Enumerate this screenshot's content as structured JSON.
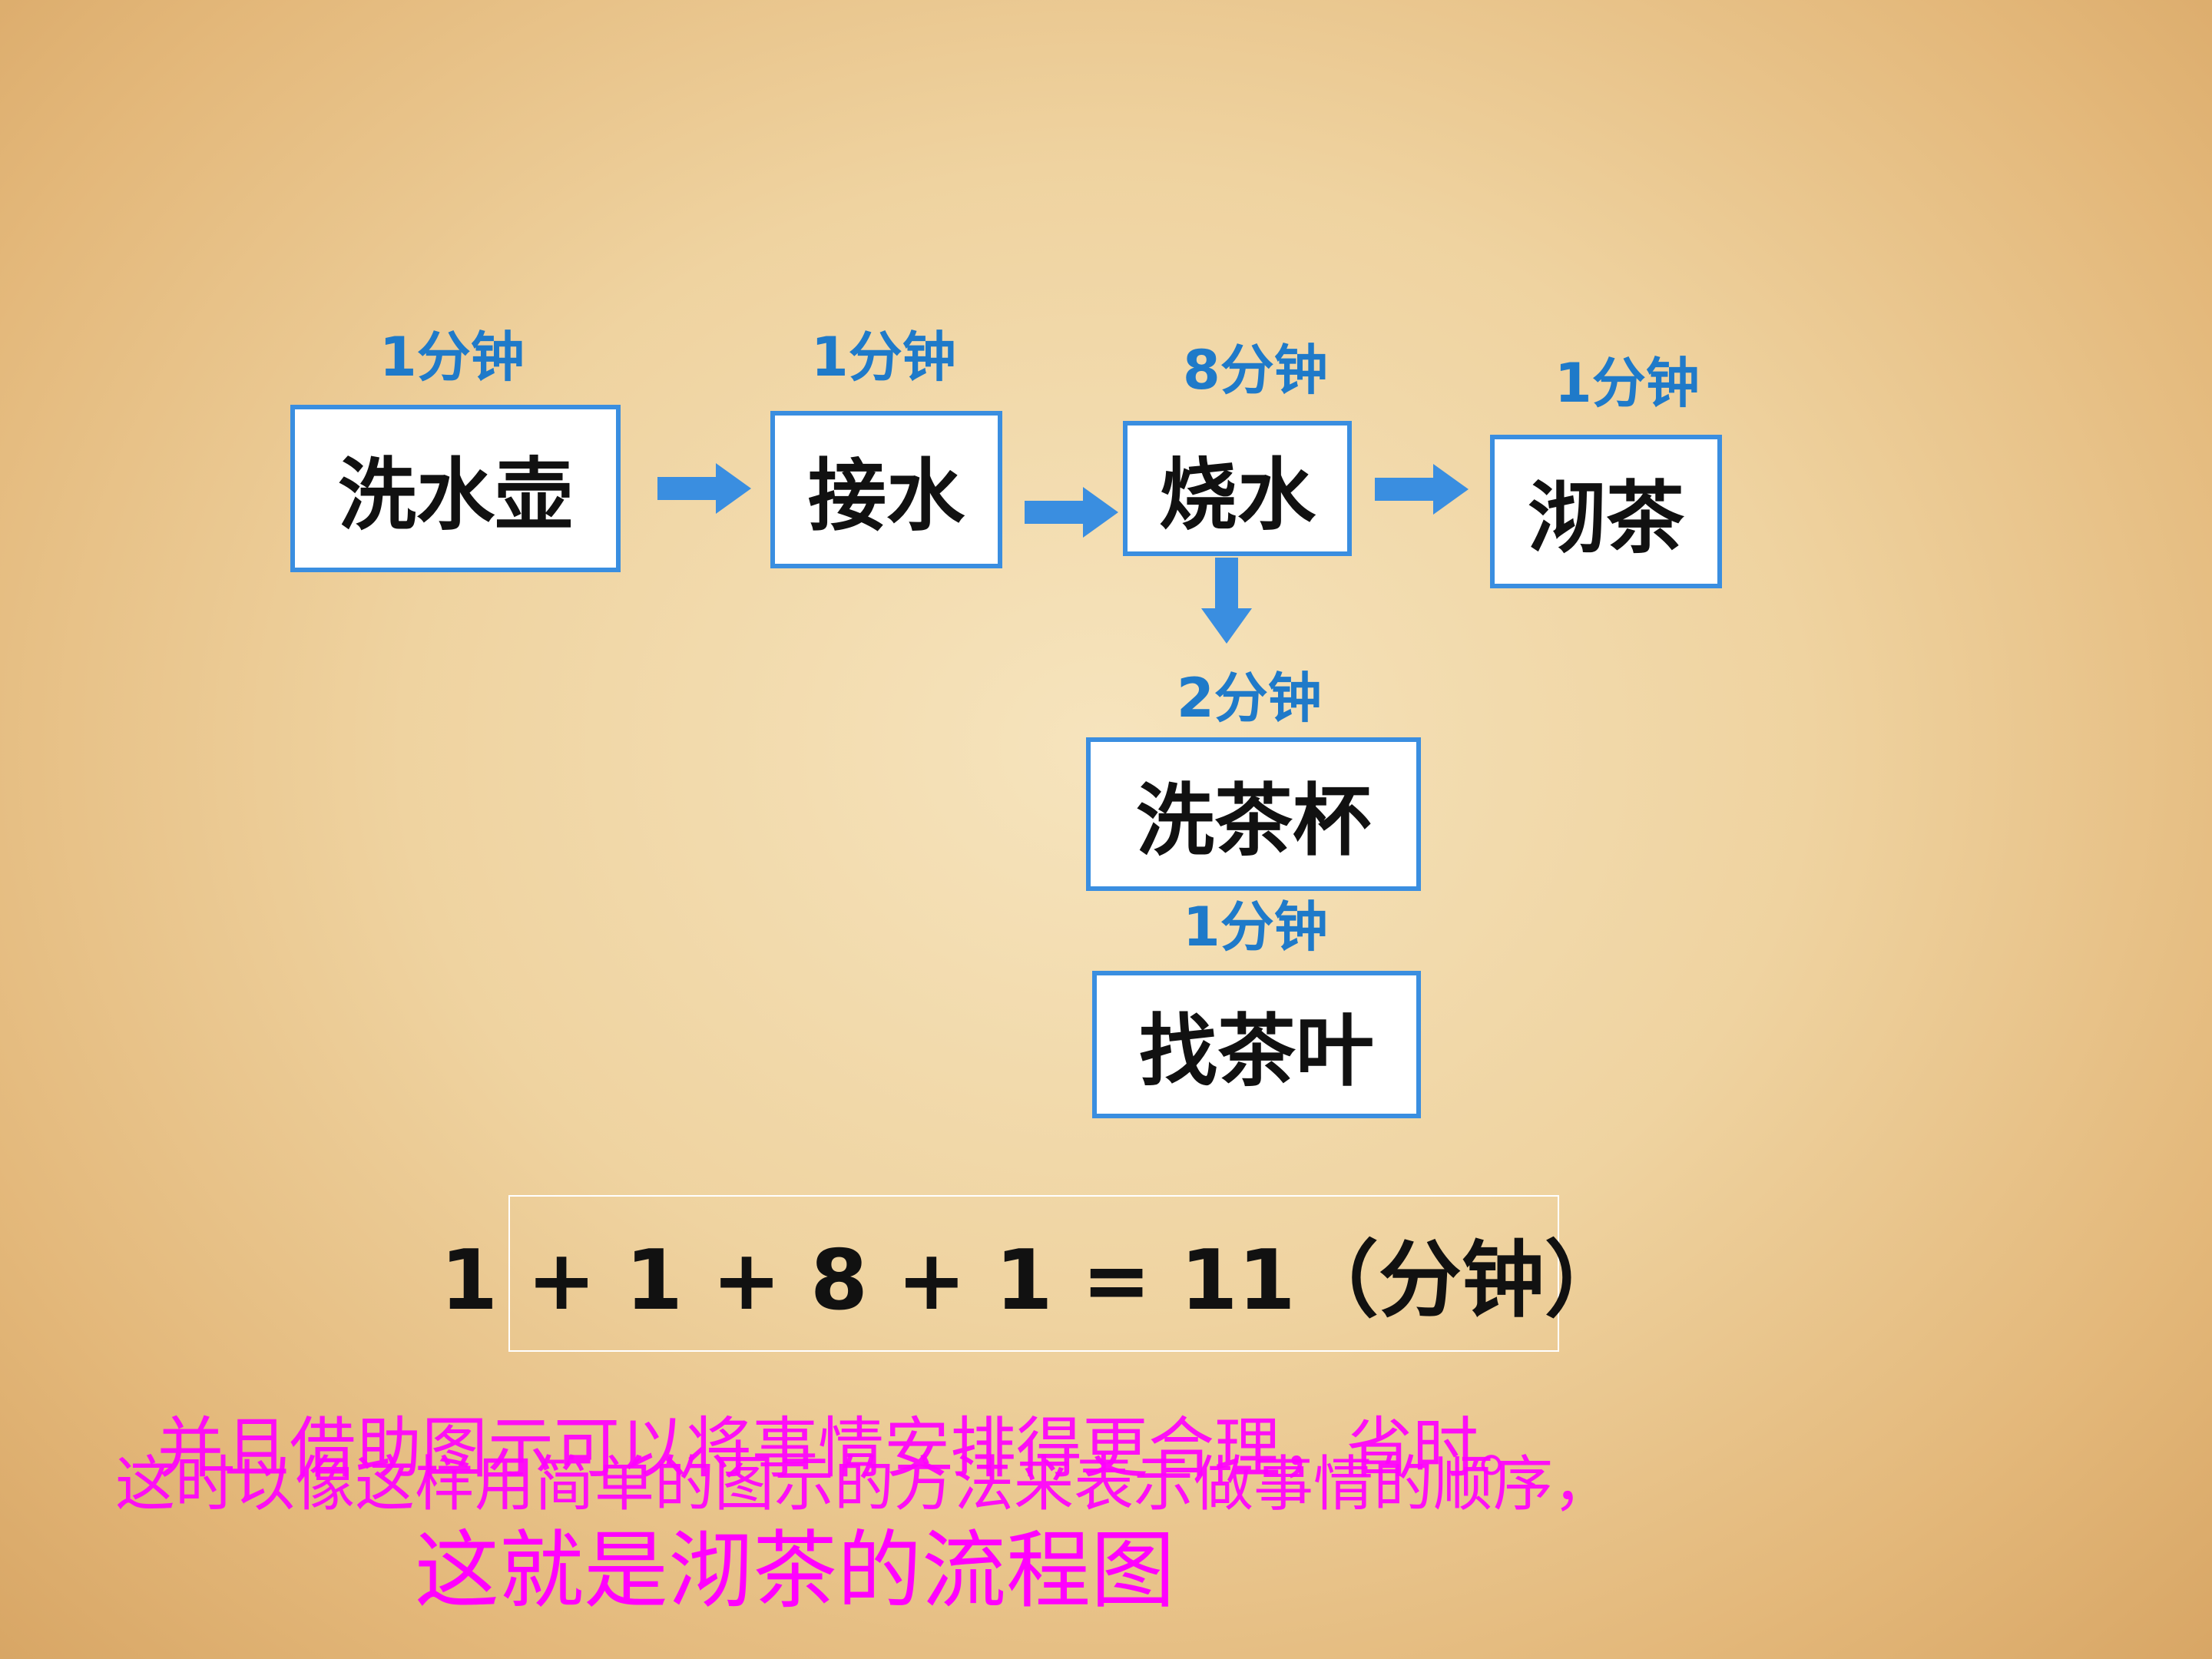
{
  "colors": {
    "accent": "#3a8ee0",
    "time_label": "#1f7ac9",
    "caption": "#ff00ff",
    "box_fill": "#ffffff"
  },
  "steps": [
    {
      "name": "洗水壶",
      "time": "1分钟"
    },
    {
      "name": "接水",
      "time": "1分钟"
    },
    {
      "name": "烧水",
      "time": "8分钟"
    },
    {
      "name": "沏茶",
      "time": "1分钟"
    },
    {
      "name": "洗茶杯",
      "time": "2分钟"
    },
    {
      "name": "找茶叶",
      "time": "1分钟"
    }
  ],
  "formula": "1 + 1 + 8 + 1 = 11（分钟）",
  "captions": {
    "layer1": "这时以像这样用简单的图示的方法来表示做事情的顺序，",
    "layer2": "并且借助图示可以将事情安排得更合理，省时。",
    "layer3": "这就是沏茶的流程图"
  }
}
